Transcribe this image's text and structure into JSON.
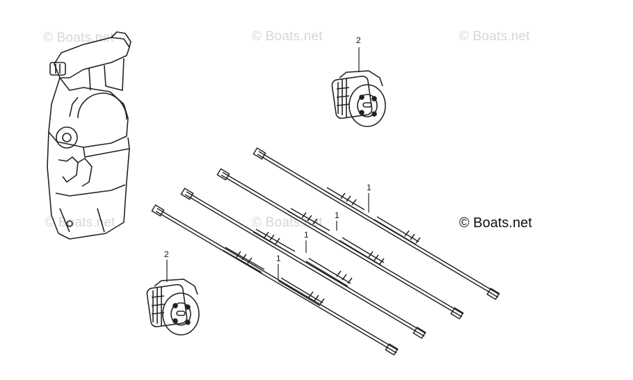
{
  "watermark_text": "© Boats.net",
  "brand_label": "© Boats.net",
  "callouts": {
    "cable": "1",
    "grommet": "2"
  },
  "colors": {
    "line": "#222222",
    "watermark": "#d6d6d6"
  }
}
